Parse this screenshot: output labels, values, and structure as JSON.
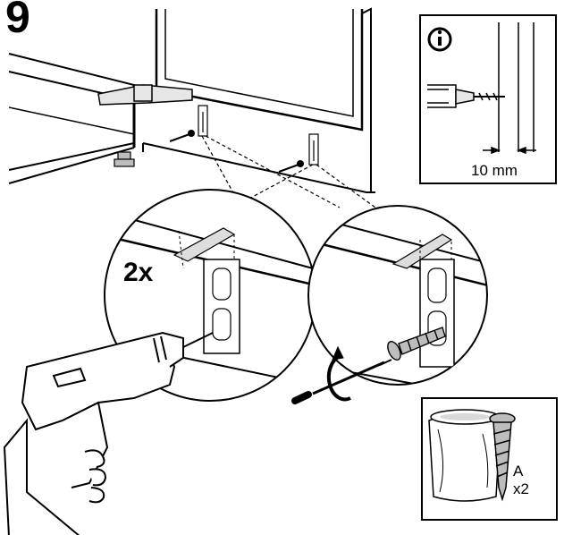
{
  "step": {
    "number": "9"
  },
  "callouts": {
    "drill_count": "2x",
    "info_measurement": "10 mm",
    "part_letter": "A",
    "part_quantity": "x2"
  },
  "icons": [
    "info-icon",
    "drill-icon",
    "screwdriver-icon",
    "screw-icon",
    "bag-icon",
    "rotate-arrow-icon"
  ],
  "colors": {
    "line": "#000000",
    "shade": "#d9d9d9",
    "background": "#ffffff"
  }
}
